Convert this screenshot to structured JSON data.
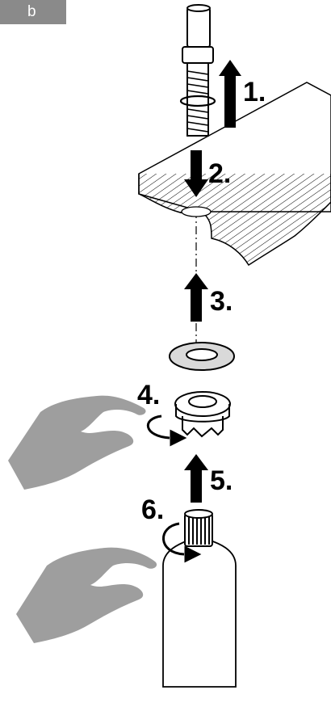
{
  "panel_label": "b",
  "steps": [
    {
      "number": "1.",
      "direction": "up"
    },
    {
      "number": "2.",
      "direction": "down"
    },
    {
      "number": "3.",
      "direction": "up"
    },
    {
      "number": "4.",
      "direction": "rotate"
    },
    {
      "number": "5.",
      "direction": "up"
    },
    {
      "number": "6.",
      "direction": "rotate"
    }
  ],
  "colors": {
    "badge": "#8a8a8a",
    "hand": "#9e9e9e",
    "washer": "#d9d9d9",
    "outline": "#000000"
  }
}
